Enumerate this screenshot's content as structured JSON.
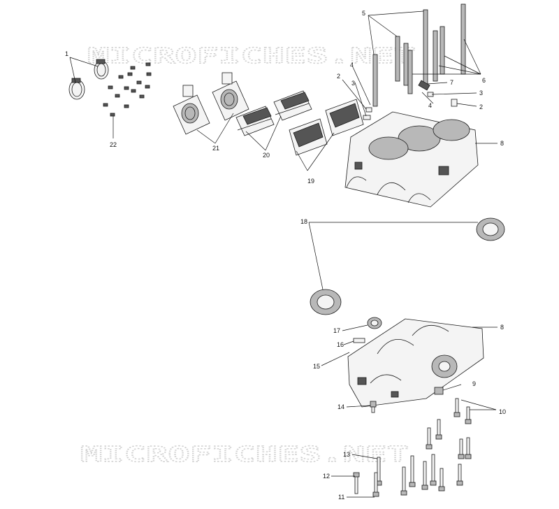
{
  "watermark": "MICROFICHES.NET",
  "callouts": {
    "c1": "1",
    "c2a": "2",
    "c2b": "2",
    "c3a": "3",
    "c3b": "3",
    "c4a": "4",
    "c4b": "4",
    "c5": "5",
    "c6": "6",
    "c7": "7",
    "c8a": "8",
    "c8b": "8",
    "c9": "9",
    "c10": "10",
    "c11": "11",
    "c12": "12",
    "c13": "13",
    "c14": "14",
    "c15": "15",
    "c16": "16",
    "c17": "17",
    "c18": "18",
    "c19": "19",
    "c20": "20",
    "c21": "21",
    "c22": "22"
  }
}
